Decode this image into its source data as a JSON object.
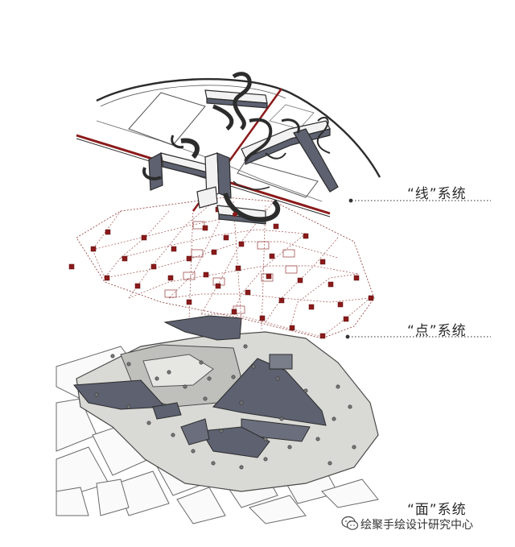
{
  "labels": {
    "line_system": "“线”系统",
    "point_system": "“点”系统",
    "surface_system": "“面”系统"
  },
  "watermark": {
    "text": "绘聚手绘设计研究中心",
    "icon": "wechat-icon"
  },
  "colors": {
    "node_red": "#8b1a1a",
    "slab_grey": "#5d6170",
    "ground_light": "#d9d9d6",
    "line_dark": "#2c2c2c"
  }
}
